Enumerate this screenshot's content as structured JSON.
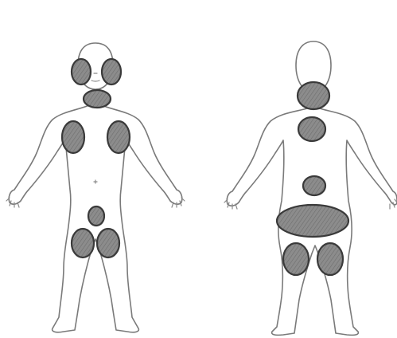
{
  "figures": [
    {
      "view": "front",
      "regions": [
        "left-ear",
        "right-ear",
        "neck",
        "left-chest",
        "right-chest",
        "groin",
        "left-thigh",
        "right-thigh"
      ]
    },
    {
      "view": "back",
      "regions": [
        "nape",
        "upper-back",
        "lower-back",
        "buttocks",
        "left-thigh",
        "right-thigh"
      ]
    }
  ],
  "colors": {
    "outline": "#7a7a7a",
    "region_fill": "#8c8c8c",
    "region_stroke": "#3a3a3a",
    "background": "#ffffff"
  }
}
